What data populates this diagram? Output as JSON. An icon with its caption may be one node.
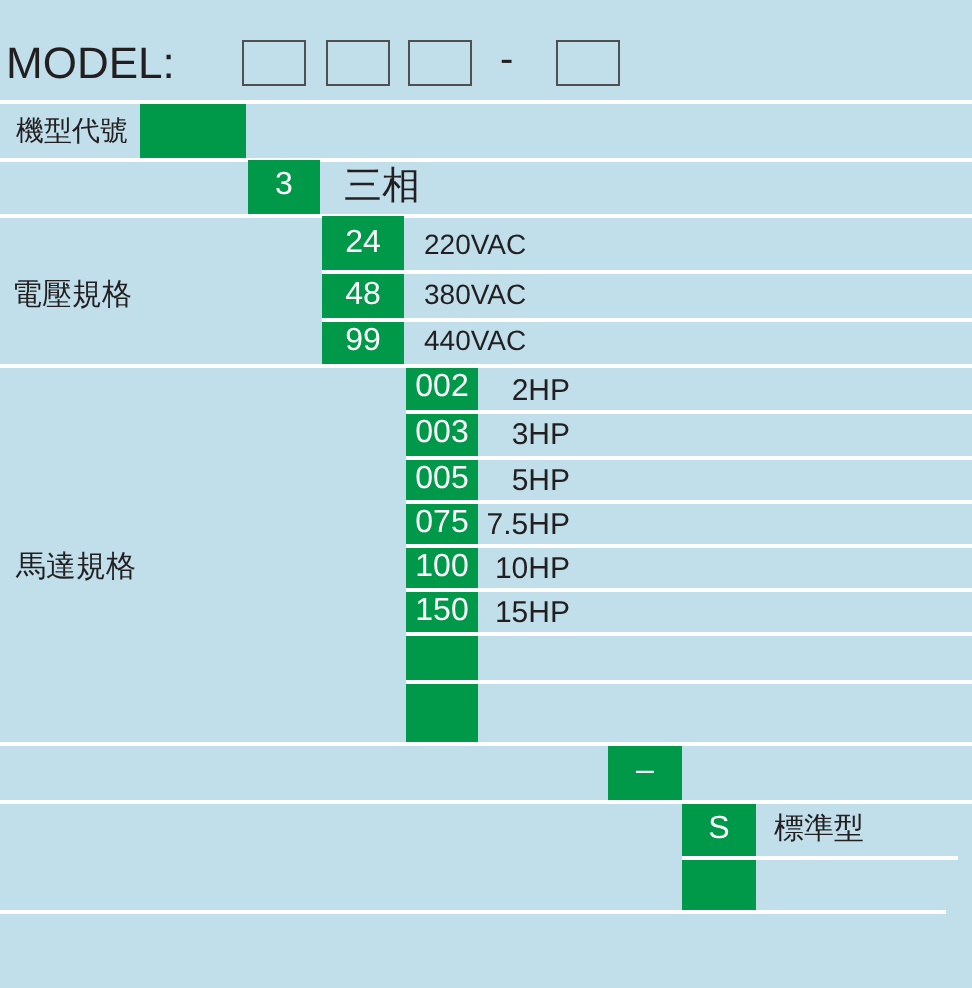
{
  "diagram": {
    "title": "MODEL:",
    "nodes": [
      {
        "text": [],
        "shape": "box"
      },
      {
        "text": [],
        "shape": "box"
      },
      {
        "text": [],
        "shape": "box"
      },
      {
        "text": [],
        "shape": "box"
      },
      {
        "text": [],
        "shape": "box"
      },
      {
        "text": [
          "3"
        ],
        "beside": [
          "三相"
        ]
      },
      {
        "text": [
          "24"
        ],
        "beside": [
          "220VAC"
        ]
      },
      {
        "text": [
          "48"
        ],
        "beside": [
          "380VAC"
        ]
      },
      {
        "text": [
          "99"
        ],
        "beside": [
          "440VAC"
        ]
      },
      {
        "text": [
          "002"
        ],
        "beside": [
          "2HP"
        ]
      },
      {
        "text": [
          "003"
        ],
        "beside": [
          "3HP"
        ]
      },
      {
        "text": [
          "005"
        ],
        "beside": [
          "5HP"
        ]
      },
      {
        "text": [
          "075"
        ],
        "beside": [
          "7.5HP"
        ]
      },
      {
        "text": [
          "100"
        ],
        "beside": [
          "10HP"
        ]
      },
      {
        "text": [
          "150"
        ],
        "beside": [
          "15HP"
        ]
      },
      {
        "text": [],
        "shape": "box"
      },
      {
        "text": [],
        "shape": "box"
      },
      {
        "text": [
          "–"
        ]
      },
      {
        "text": [
          "S"
        ],
        "beside": [
          "標準型"
        ]
      },
      {
        "text": [],
        "shape": "box"
      }
    ],
    "labels": [
      "-",
      "機型代號",
      "電壓規格",
      "馬達規格"
    ]
  }
}
